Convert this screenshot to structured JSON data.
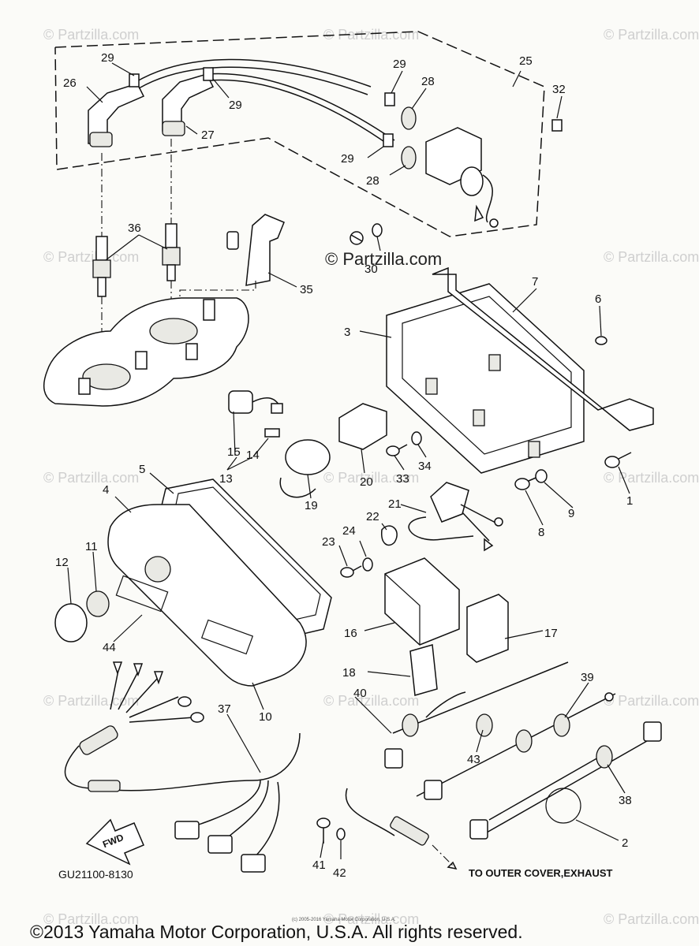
{
  "watermark": "© Partzilla.com",
  "center_watermark": "© Partzilla.com",
  "diagram_code": "GU21100-8130",
  "arrow_note": "TO OUTER COVER,EXHAUST",
  "fwd_label": "FWD",
  "small_copyright": "(c) 2005-2016 Yamaha Motor Corporation, U.S.A.",
  "footer": "©2013 Yamaha Motor Corporation, U.S.A. All rights reserved.",
  "labels": {
    "l1": "1",
    "l2": "2",
    "l3": "3",
    "l4": "4",
    "l5": "5",
    "l6": "6",
    "l7": "7",
    "l8": "8",
    "l9": "9",
    "l10": "10",
    "l11": "11",
    "l12": "12",
    "l13": "13",
    "l14": "14",
    "l15": "15",
    "l16": "16",
    "l17": "17",
    "l18": "18",
    "l19": "19",
    "l20": "20",
    "l21": "21",
    "l22": "22",
    "l23": "23",
    "l24": "24",
    "l25": "25",
    "l26": "26",
    "l27": "27",
    "l28a": "28",
    "l28b": "28",
    "l29a": "29",
    "l29b": "29",
    "l29c": "29",
    "l29d": "29",
    "l30": "30",
    "l32": "32",
    "l33": "33",
    "l34": "34",
    "l35": "35",
    "l36": "36",
    "l37": "37",
    "l38": "38",
    "l39": "39",
    "l40": "40",
    "l41": "41",
    "l42": "42",
    "l43": "43",
    "l44": "44"
  }
}
